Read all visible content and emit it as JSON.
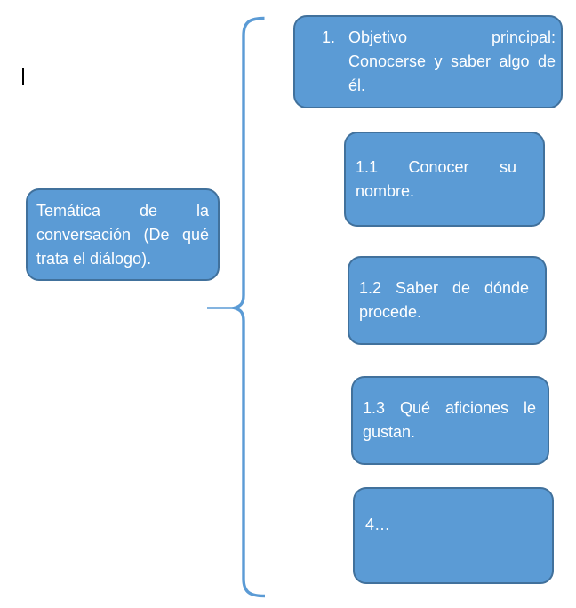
{
  "document": {
    "kind": "conversation-topic-diagram",
    "colors": {
      "box_fill": "#5b9bd5",
      "box_border": "#41719c",
      "brace": "#5b9bd5",
      "text": "#ffffff",
      "caret": "#000000",
      "background": "#ffffff"
    }
  },
  "topic_box": {
    "lines": [
      "Temática de la",
      "conversación (De qué",
      "trata el diálogo)."
    ]
  },
  "right_boxes": [
    {
      "marker": "1.",
      "lines": [
        "Objetivo principal:",
        "Conocerse y saber algo de",
        "él."
      ]
    },
    {
      "lines": [
        "1.1 Conocer su",
        "nombre."
      ]
    },
    {
      "lines": [
        "1.2 Saber de dónde",
        "procede."
      ]
    },
    {
      "lines": [
        "1.3 Qué aficiones le",
        "gustan."
      ]
    },
    {
      "lines": [
        "4…"
      ]
    }
  ],
  "icons": {
    "brace": "left-curly-brace",
    "connector": "straight-line-connector",
    "caret": "text-cursor"
  }
}
